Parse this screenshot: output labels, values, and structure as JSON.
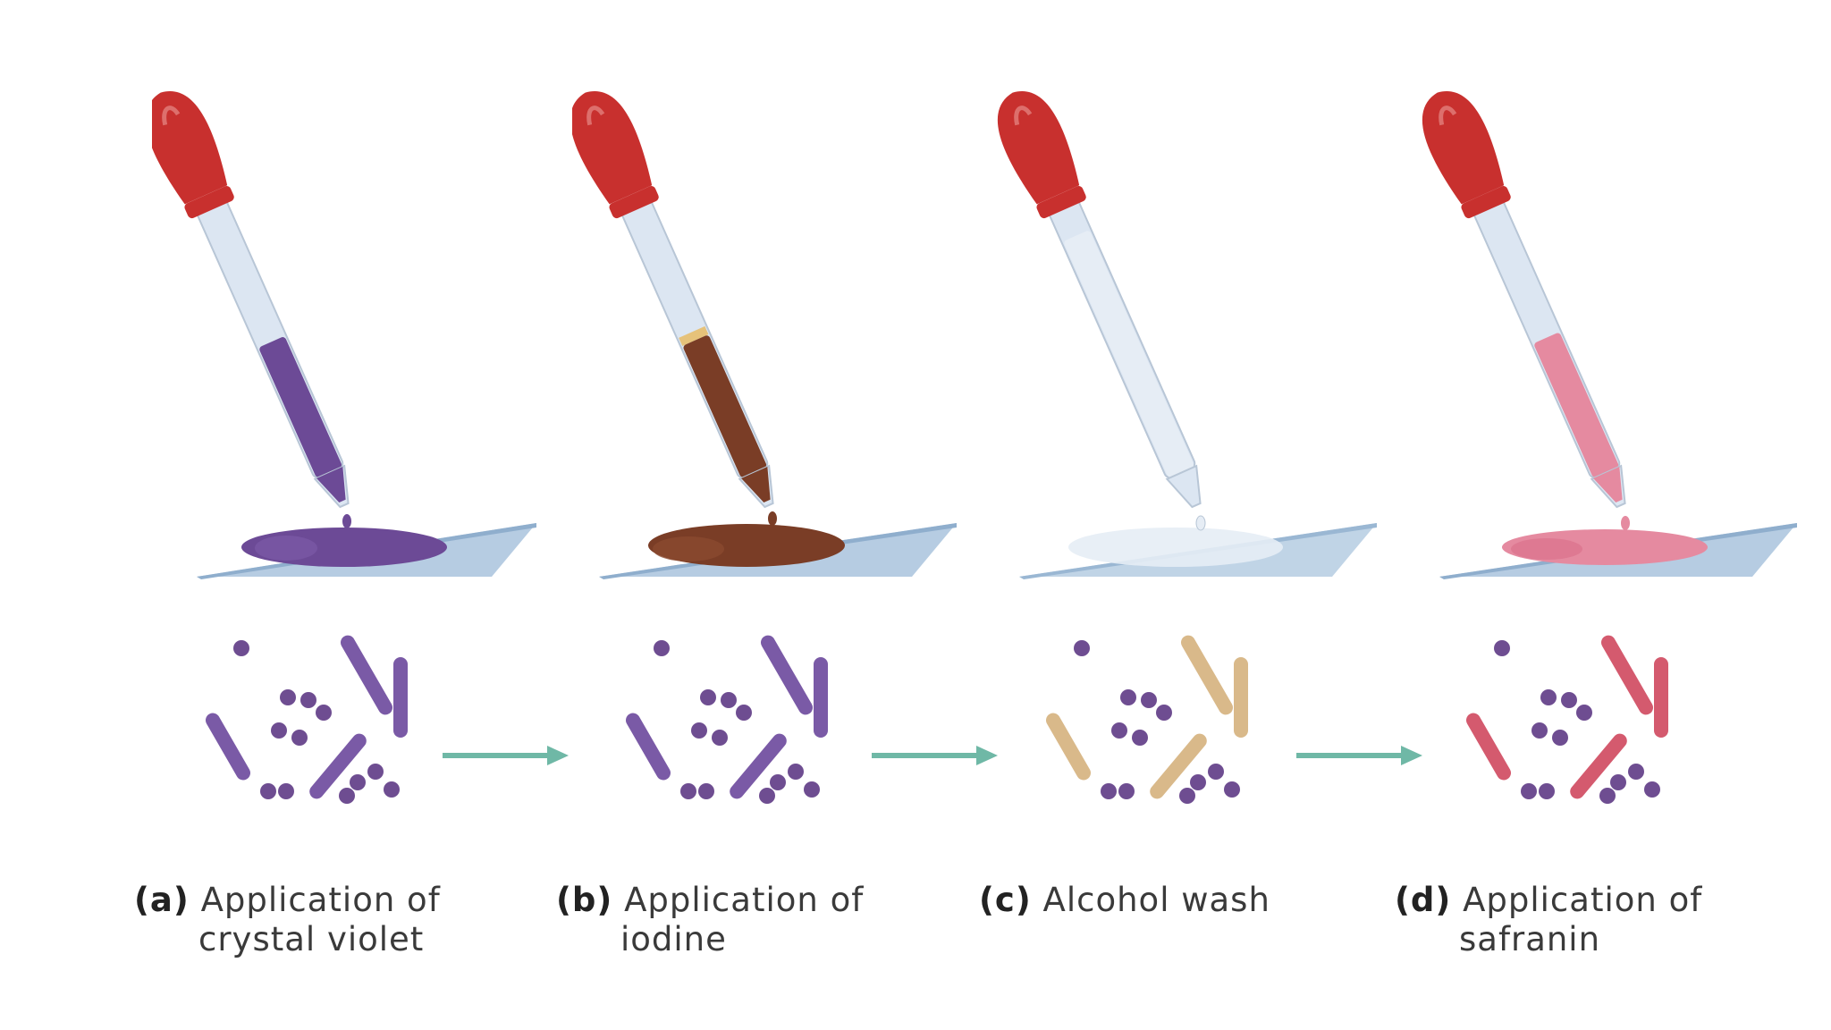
{
  "colors": {
    "bulb": "#c8302e",
    "tube": "#dce6f2",
    "slide": "#aec7df",
    "arrow": "#6fb8a6",
    "coccus": "#6e4d91"
  },
  "steps": [
    {
      "letter": "(a)",
      "line1": "Application of",
      "line2": "crystal violet",
      "reagent_color": "#6c4a96",
      "rod_color": "#7a5aa6"
    },
    {
      "letter": "(b)",
      "line1": "Application of",
      "line2": "iodine",
      "reagent_color": "#7a3d26",
      "rod_color": "#7a5aa6"
    },
    {
      "letter": "(c)",
      "line1": "Alcohol wash",
      "line2": "",
      "reagent_color": "#e6edf5",
      "rod_color": "#d9b98a"
    },
    {
      "letter": "(d)",
      "line1": "Application of",
      "line2": "safranin",
      "reagent_color": "#e58aa0",
      "rod_color": "#d45a6e"
    }
  ]
}
